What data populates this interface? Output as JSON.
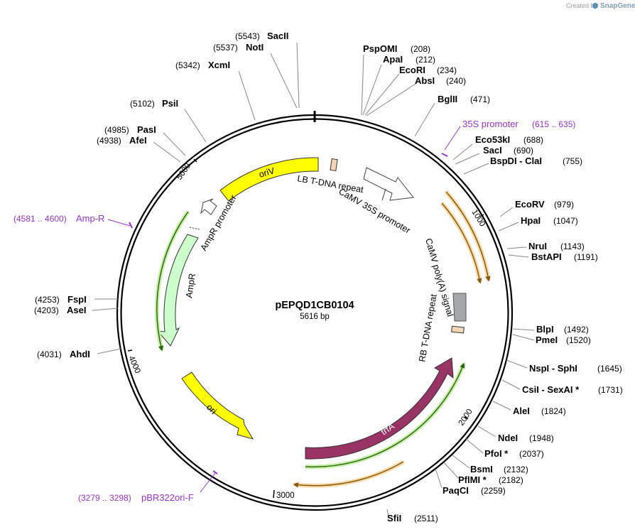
{
  "header": {
    "watermark": "Created by",
    "brand": "SnapGene"
  },
  "plasmid": {
    "name": "pEPQD1CB0104",
    "size_label": "5616 bp"
  },
  "ticks": [
    "1000",
    "2000",
    "3000",
    "4000",
    "5000"
  ],
  "sites": [
    {
      "name": "SacII",
      "pos": "(5543)",
      "side": "left"
    },
    {
      "name": "NotI",
      "pos": "(5537)",
      "side": "left"
    },
    {
      "name": "XcmI",
      "pos": "(5342)",
      "side": "left"
    },
    {
      "name": "PsiI",
      "pos": "(5102)",
      "side": "left"
    },
    {
      "name": "PasI",
      "pos": "(4985)",
      "side": "left"
    },
    {
      "name": "AfeI",
      "pos": "(4938)",
      "side": "left"
    },
    {
      "name": "FspI",
      "pos": "(4253)",
      "side": "left"
    },
    {
      "name": "AseI",
      "pos": "(4203)",
      "side": "left"
    },
    {
      "name": "AhdI",
      "pos": "(4031)",
      "side": "left"
    },
    {
      "name": "PspOMI",
      "pos": "(208)",
      "side": "right"
    },
    {
      "name": "ApaI",
      "pos": "(212)",
      "side": "right"
    },
    {
      "name": "EcoRI",
      "pos": "(234)",
      "side": "right"
    },
    {
      "name": "AbsI",
      "pos": "(240)",
      "side": "right"
    },
    {
      "name": "BglII",
      "pos": "(471)",
      "side": "right"
    },
    {
      "name": "Eco53kI",
      "pos": "(688)",
      "side": "right"
    },
    {
      "name": "SacI",
      "pos": "(690)",
      "side": "right"
    },
    {
      "name": "BspDI - ClaI",
      "pos": "(755)",
      "side": "right"
    },
    {
      "name": "EcoRV",
      "pos": "(979)",
      "side": "right"
    },
    {
      "name": "HpaI",
      "pos": "(1047)",
      "side": "right"
    },
    {
      "name": "NruI",
      "pos": "(1143)",
      "side": "right"
    },
    {
      "name": "BstAPI",
      "pos": "(1191)",
      "side": "right"
    },
    {
      "name": "BlpI",
      "pos": "(1492)",
      "side": "right"
    },
    {
      "name": "PmeI",
      "pos": "(1520)",
      "side": "right"
    },
    {
      "name": "NspI - SphI",
      "pos": "(1645)",
      "side": "right"
    },
    {
      "name": "CsiI - SexAI *",
      "pos": "(1731)",
      "side": "right"
    },
    {
      "name": "AleI",
      "pos": "(1824)",
      "side": "right"
    },
    {
      "name": "NdeI",
      "pos": "(1948)",
      "side": "right"
    },
    {
      "name": "PfoI *",
      "pos": "(2037)",
      "side": "right"
    },
    {
      "name": "BsmI",
      "pos": "(2132)",
      "side": "right"
    },
    {
      "name": "PflMI *",
      "pos": "(2182)",
      "side": "right"
    },
    {
      "name": "PaqCI",
      "pos": "(2259)",
      "side": "right"
    },
    {
      "name": "SfiI",
      "pos": "(2511)",
      "side": "right"
    }
  ],
  "primers": [
    {
      "name": "35S promoter",
      "range": "(615 .. 635)"
    },
    {
      "name": "Amp-R",
      "range": "(4581 .. 4600)"
    },
    {
      "name": "pBR322ori-F",
      "range": "(3279 .. 3298)"
    }
  ],
  "features": [
    {
      "name": "oriV",
      "color": "#ffff00"
    },
    {
      "name": "LB T-DNA repeat",
      "color": "#f5d5b8"
    },
    {
      "name": "CaMV 35S promoter",
      "color": "#ffffff"
    },
    {
      "name": "CaMV poly(A) signal",
      "color": "#a6a6ad"
    },
    {
      "name": "RB T-DNA repeat",
      "color": "#f5d5b8"
    },
    {
      "name": "trfA",
      "color": "#993366"
    },
    {
      "name": "ori",
      "color": "#ffff00"
    },
    {
      "name": "AmpR",
      "color": "#ccffcc"
    },
    {
      "name": "AmpR promoter",
      "color": "#ffffff"
    }
  ],
  "colors": {
    "primer": "#9933cc",
    "orf_orange": "#e6a040",
    "orf_green": "#3a8a1a",
    "backbone": "#000000"
  }
}
